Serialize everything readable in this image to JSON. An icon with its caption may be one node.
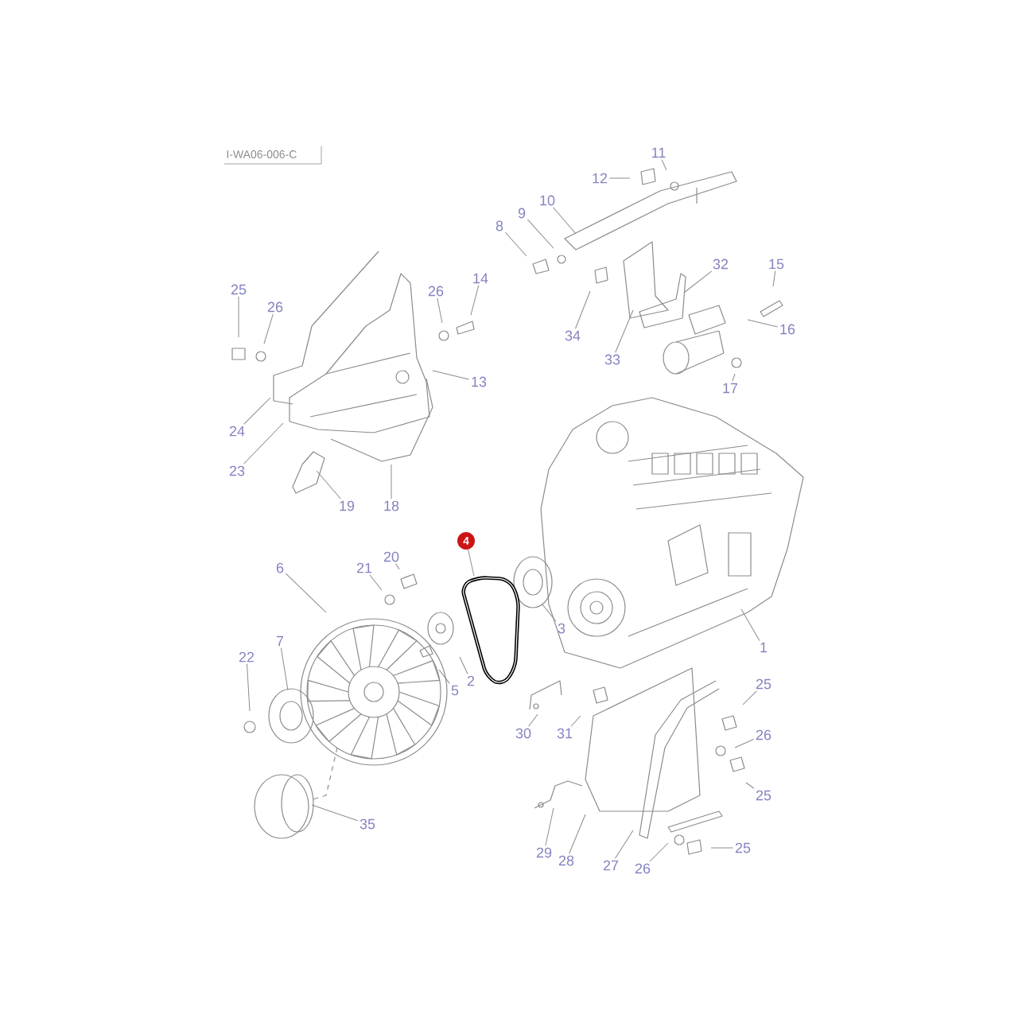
{
  "diagram": {
    "nodes": [
      {
        "text": [
          "12"
        ]
      },
      {
        "text": [
          "11"
        ]
      },
      {
        "text": [
          "10"
        ]
      },
      {
        "text": [
          "9"
        ]
      },
      {
        "text": [
          "8"
        ]
      },
      {
        "text": [
          "32"
        ]
      },
      {
        "text": [
          "15"
        ]
      },
      {
        "text": [
          "25"
        ]
      },
      {
        "text": [
          "26"
        ]
      },
      {
        "text": [
          "26"
        ]
      },
      {
        "text": [
          "14"
        ]
      },
      {
        "text": [
          "16"
        ]
      },
      {
        "text": [
          "34"
        ]
      },
      {
        "text": [
          "33"
        ]
      },
      {
        "text": [
          "13"
        ]
      },
      {
        "text": [
          "17"
        ]
      },
      {
        "text": [
          "24"
        ]
      },
      {
        "text": [
          "23"
        ]
      },
      {
        "text": [
          "19"
        ]
      },
      {
        "text": [
          "18"
        ]
      },
      {
        "text": [
          "4"
        ]
      },
      {
        "text": [
          "20"
        ]
      },
      {
        "text": [
          "6"
        ]
      },
      {
        "text": [
          "21"
        ]
      },
      {
        "text": [
          "3"
        ]
      },
      {
        "text": [
          "7"
        ]
      },
      {
        "text": [
          "1"
        ]
      },
      {
        "text": [
          "22"
        ]
      },
      {
        "text": [
          "2"
        ]
      },
      {
        "text": [
          "5"
        ]
      },
      {
        "text": [
          "25"
        ]
      },
      {
        "text": [
          "30"
        ]
      },
      {
        "text": [
          "31"
        ]
      },
      {
        "text": [
          "26"
        ]
      },
      {
        "text": [
          "25"
        ]
      },
      {
        "text": [
          "35"
        ]
      },
      {
        "text": [
          "25"
        ]
      },
      {
        "text": [
          "29"
        ]
      },
      {
        "text": [
          "28"
        ]
      },
      {
        "text": [
          "27"
        ]
      },
      {
        "text": [
          "26"
        ]
      }
    ],
    "edges": [
      {
        "from": 0,
        "to": null,
        "arrow": "none"
      },
      {
        "from": 1,
        "to": null,
        "arrow": "none"
      },
      {
        "from": 2,
        "to": null,
        "arrow": "none"
      },
      {
        "from": 3,
        "to": null,
        "arrow": "none"
      },
      {
        "from": 4,
        "to": null,
        "arrow": "none"
      },
      {
        "from": 5,
        "to": null,
        "arrow": "none"
      },
      {
        "from": 6,
        "to": null,
        "arrow": "none"
      },
      {
        "from": 7,
        "to": null,
        "arrow": "none"
      },
      {
        "from": 8,
        "to": null,
        "arrow": "none"
      },
      {
        "from": 9,
        "to": null,
        "arrow": "none"
      },
      {
        "from": 10,
        "to": null,
        "arrow": "none"
      },
      {
        "from": 11,
        "to": null,
        "arrow": "none"
      },
      {
        "from": 12,
        "to": null,
        "arrow": "none"
      },
      {
        "from": 13,
        "to": null,
        "arrow": "none"
      },
      {
        "from": 14,
        "to": null,
        "arrow": "none"
      },
      {
        "from": 15,
        "to": null,
        "arrow": "none"
      },
      {
        "from": 16,
        "to": null,
        "arrow": "none"
      },
      {
        "from": 17,
        "to": null,
        "arrow": "none"
      },
      {
        "from": 18,
        "to": null,
        "arrow": "none"
      },
      {
        "from": 19,
        "to": null,
        "arrow": "none"
      },
      {
        "from": 20,
        "to": null,
        "arrow": "none"
      },
      {
        "from": 21,
        "to": null,
        "arrow": "none"
      },
      {
        "from": 22,
        "to": null,
        "arrow": "none"
      },
      {
        "from": 23,
        "to": null,
        "arrow": "none"
      },
      {
        "from": 24,
        "to": null,
        "arrow": "none"
      },
      {
        "from": 25,
        "to": null,
        "arrow": "none"
      },
      {
        "from": 26,
        "to": null,
        "arrow": "none"
      },
      {
        "from": 27,
        "to": null,
        "arrow": "none"
      },
      {
        "from": 28,
        "to": null,
        "arrow": "none"
      },
      {
        "from": 29,
        "to": null,
        "arrow": "none"
      },
      {
        "from": 30,
        "to": null,
        "arrow": "none"
      },
      {
        "from": 31,
        "to": null,
        "arrow": "none"
      },
      {
        "from": 32,
        "to": null,
        "arrow": "none"
      },
      {
        "from": 33,
        "to": null,
        "arrow": "none"
      },
      {
        "from": 34,
        "to": null,
        "arrow": "none"
      },
      {
        "from": 35,
        "to": null,
        "arrow": "none"
      },
      {
        "from": 36,
        "to": null,
        "arrow": "none"
      },
      {
        "from": 37,
        "to": null,
        "arrow": "none"
      },
      {
        "from": 38,
        "to": null,
        "arrow": "none"
      },
      {
        "from": 39,
        "to": null,
        "arrow": "none"
      },
      {
        "from": 40,
        "to": null,
        "arrow": "none"
      }
    ],
    "labels": [
      "I-WA06-006-C"
    ]
  }
}
